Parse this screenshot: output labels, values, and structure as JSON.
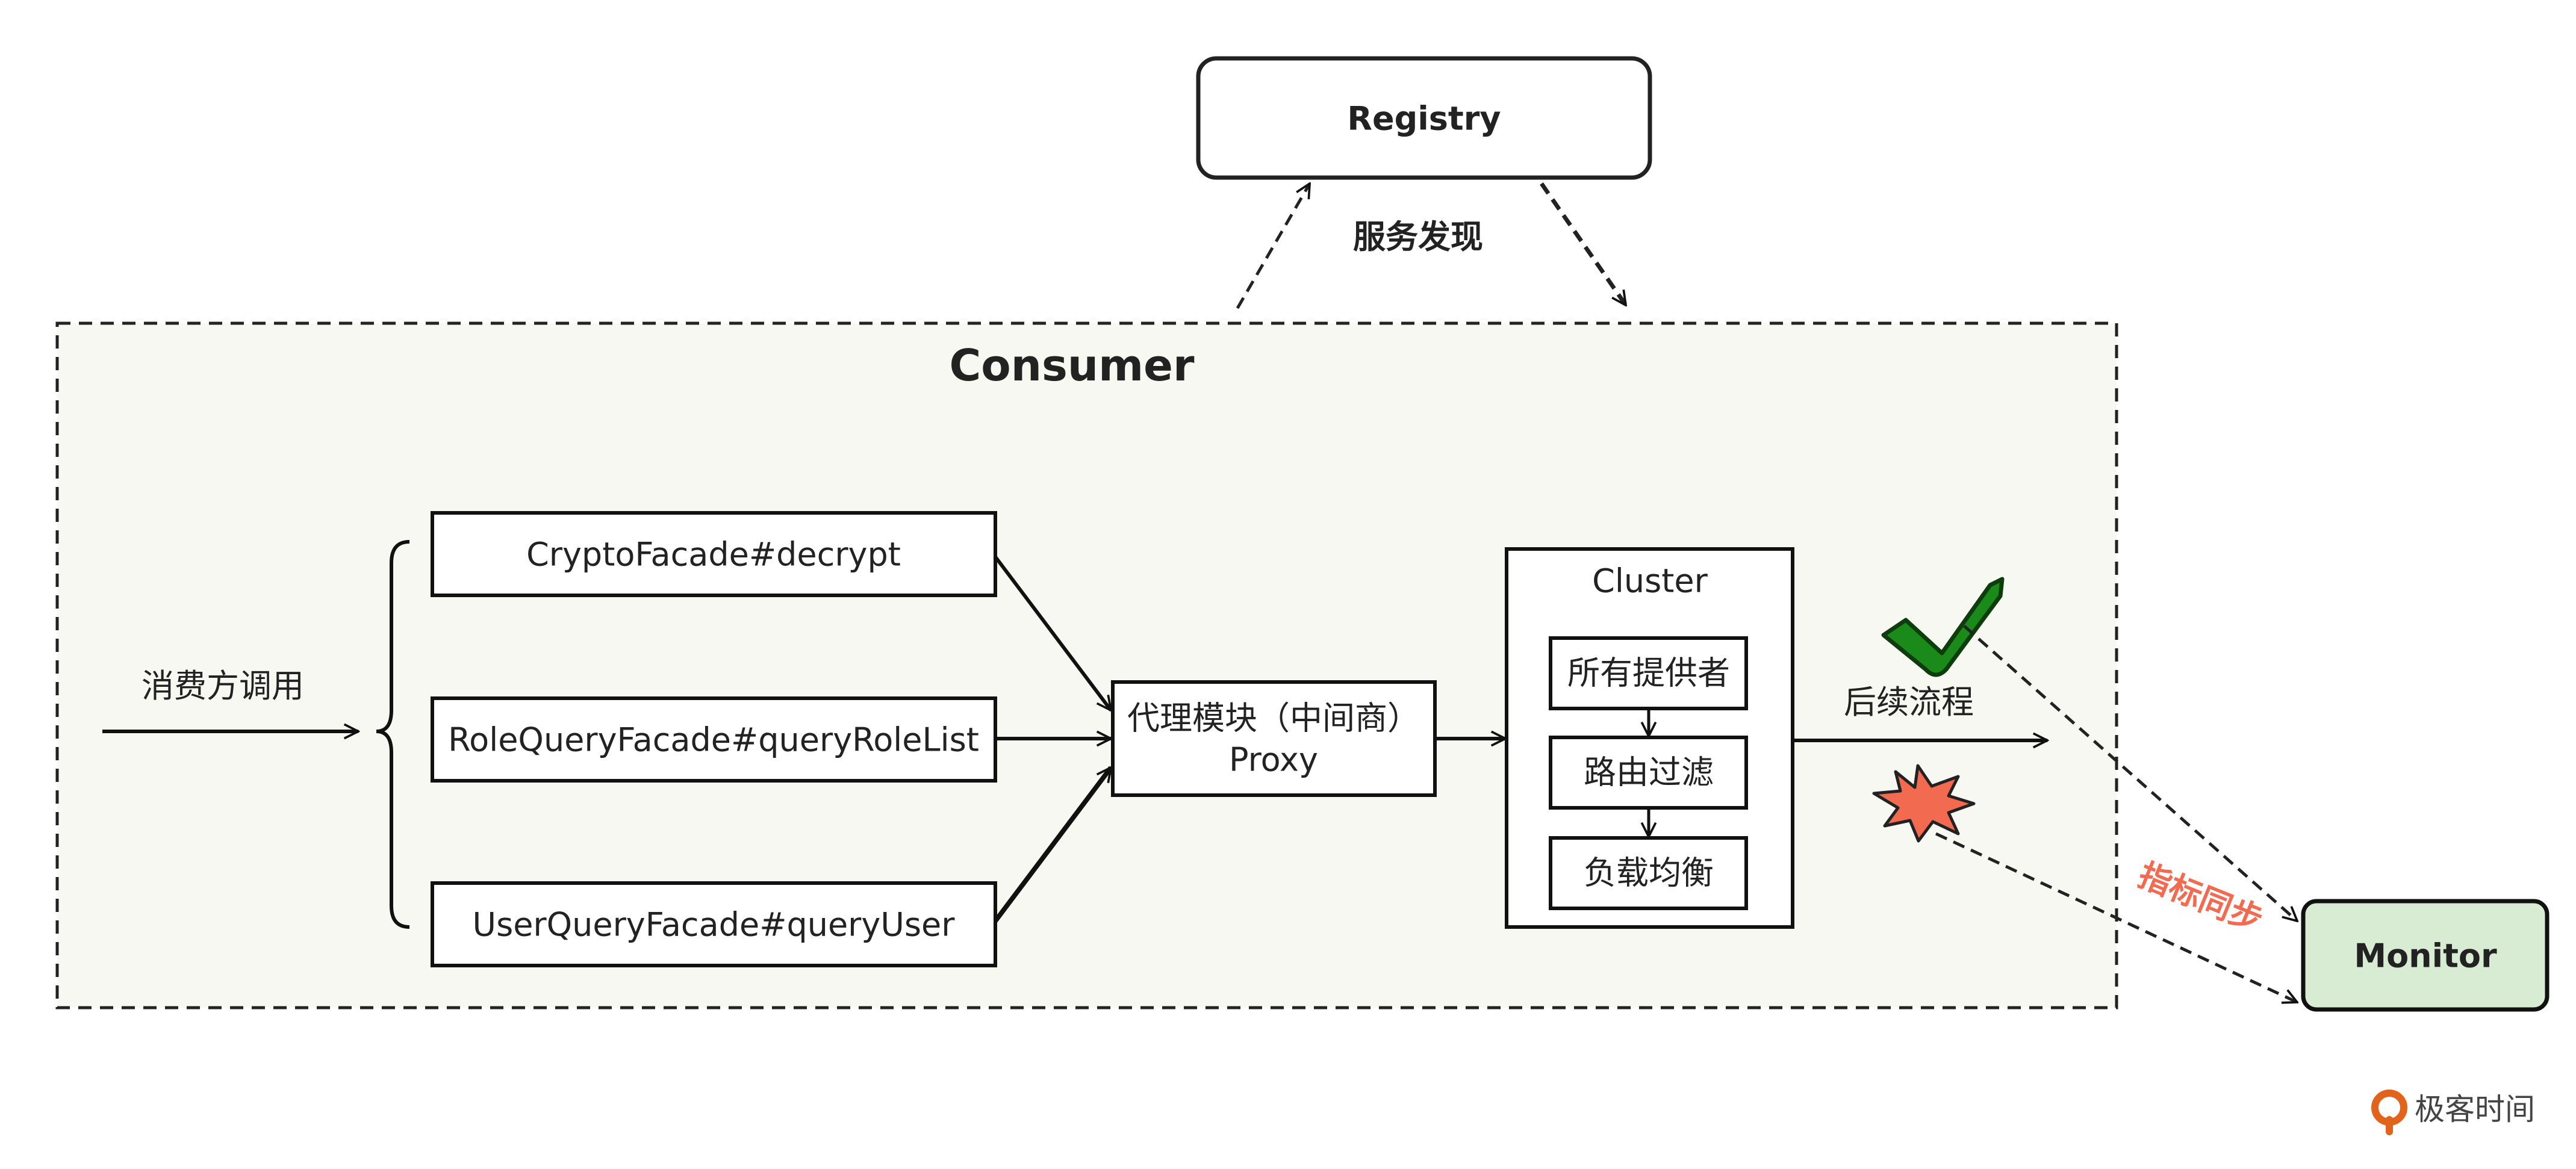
{
  "registry": {
    "label": "Registry",
    "edge_label": "服务发现"
  },
  "consumer": {
    "label": "Consumer",
    "caller_label": "消费方调用",
    "facades": [
      "CryptoFacade#decrypt",
      "RoleQueryFacade#queryRoleList",
      "UserQueryFacade#queryUser"
    ],
    "proxy": {
      "line1": "代理模块（中间商）",
      "line2": "Proxy"
    },
    "cluster": {
      "label": "Cluster",
      "steps": [
        "所有提供者",
        "路由过滤",
        "负载均衡"
      ]
    },
    "next_label": "后续流程"
  },
  "monitor": {
    "label": "Monitor",
    "edge_label": "指标同步"
  },
  "brand": {
    "label": "极客时间"
  },
  "colors": {
    "consumer_bg": "#f8f8f2",
    "monitor_bg": "#d8ecd3",
    "check": "#1a8a1a",
    "burst": "#f26a50",
    "metric_label": "#f26a50",
    "brand": "#e2641c"
  },
  "icons": [
    "check-icon",
    "burst-icon",
    "brand-logo-icon"
  ]
}
